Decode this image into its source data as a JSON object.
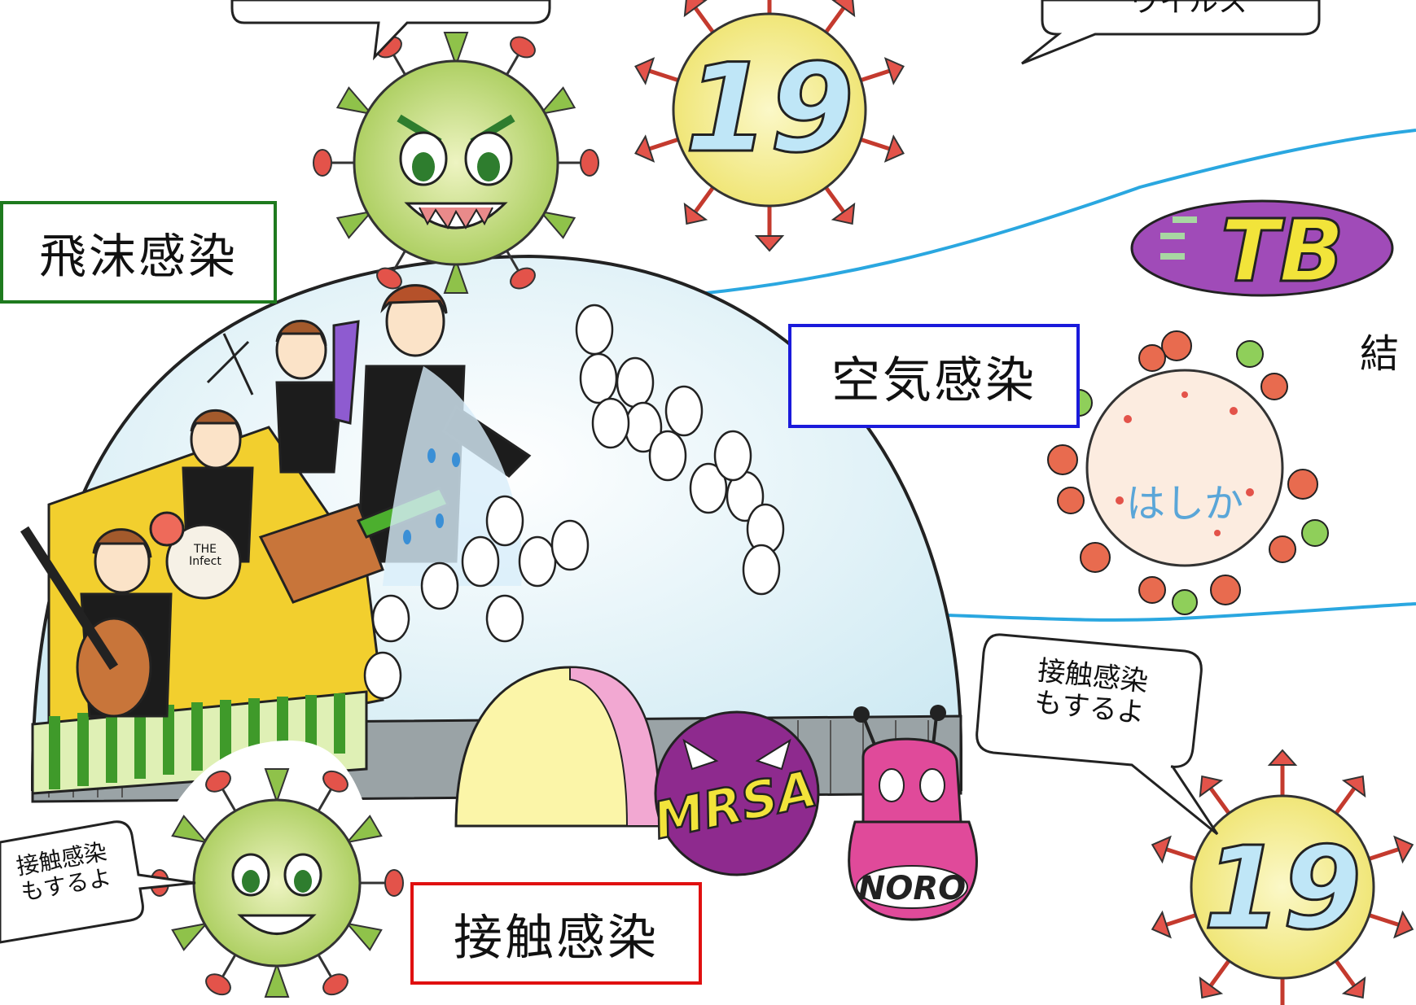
{
  "labels": {
    "droplet": "飛沫感染",
    "airborne": "空気感染",
    "contact": "接触感染"
  },
  "bubbles": {
    "top_right": "ウイルス",
    "right": "接触感染\nもするよ",
    "left": "接触感染\nもするよ"
  },
  "partial_text": {
    "tb_caption": "結"
  },
  "pathogens": {
    "covid_number": "19",
    "covid_number_2": "19",
    "tb": "TB",
    "measles": "はしか",
    "mrsa": "MRSA",
    "noro": "NORO"
  },
  "stage": {
    "drum_text": "THE Infect"
  },
  "colors": {
    "droplet_border": "#1e7a1e",
    "airborne_border": "#1a1adb",
    "contact_border": "#e01010",
    "boundary_line": "#2aa7e0",
    "virus_green": "#b9d66a",
    "virus_yellow": "#f3ec8a",
    "spike_red": "#e3534a"
  }
}
